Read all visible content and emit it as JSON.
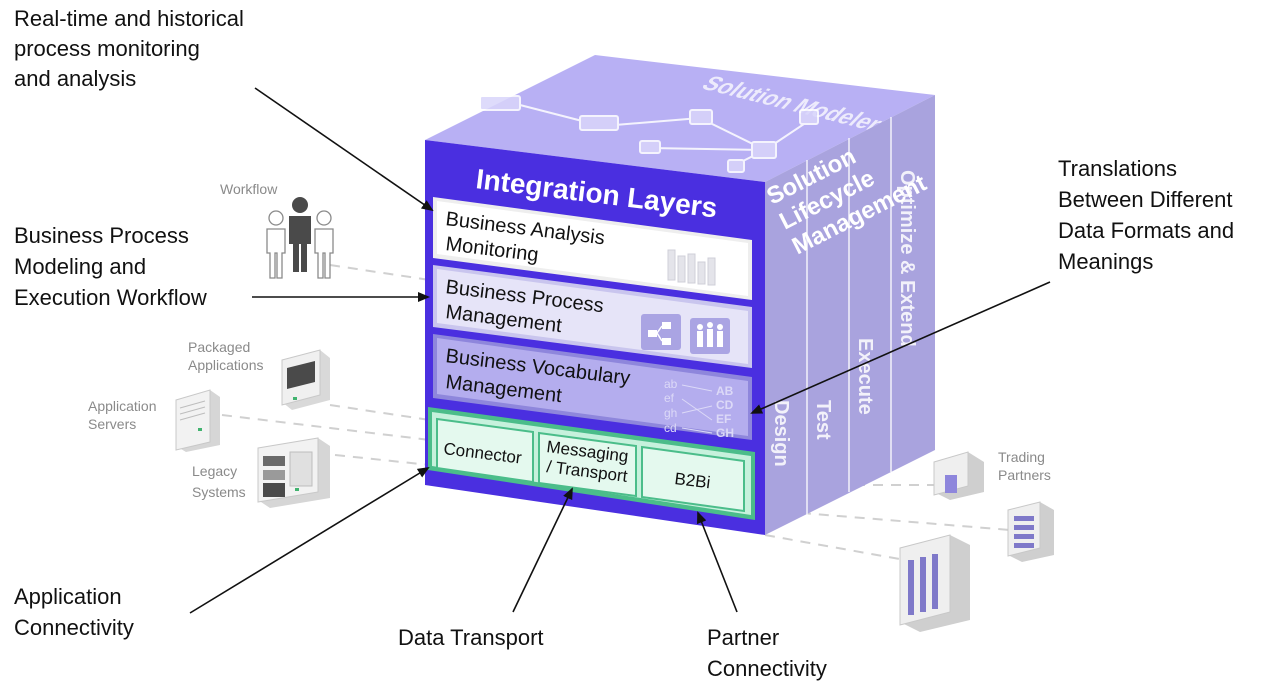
{
  "callouts": {
    "realtime": [
      "Real-time and historical",
      "process monitoring",
      "and analysis"
    ],
    "bpm": [
      "Business Process",
      "Modeling and",
      "Execution Workflow"
    ],
    "translations": [
      "Translations",
      "Between Different",
      "Data Formats and",
      "Meanings"
    ],
    "app_connectivity": [
      "Application",
      "Connectivity"
    ],
    "data_transport": "Data Transport",
    "partner_connectivity": [
      "Partner",
      "Connectivity"
    ]
  },
  "sources": {
    "workflow": "Workflow",
    "packaged": [
      "Packaged",
      "Applications"
    ],
    "app_servers": [
      "Application",
      "Servers"
    ],
    "legacy": [
      "Legacy",
      "Systems"
    ],
    "trading": [
      "Trading",
      "Partners"
    ]
  },
  "cube": {
    "top_label": "Solution Modeler",
    "front_title": "Integration Layers",
    "layers": {
      "bam": [
        "Business Analysis",
        "Monitoring"
      ],
      "bpm": [
        "Business Process",
        "Management"
      ],
      "bvm": [
        "Business Vocabulary",
        "Management"
      ]
    },
    "transform_glyphs": {
      "left": [
        "ab",
        "ef",
        "gh",
        "cd"
      ],
      "right": [
        "AB",
        "CD",
        "EF",
        "GH"
      ]
    },
    "bottom_boxes": {
      "connector": "Connector",
      "messaging": [
        "Messaging",
        "/ Transport"
      ],
      "b2bi": "B2Bi"
    },
    "side_title": [
      "Solution",
      "Lifecycle",
      "Management"
    ],
    "side_columns": [
      "Design",
      "Test",
      "Execute",
      "Optimize & Extend"
    ]
  },
  "colors": {
    "front": "#4a2fe0",
    "top": "#b8b0f4",
    "side": "#a9a3de",
    "bottom_green": "#c6f1dc",
    "callout_line": "#111111",
    "dashed": "#d0d0d0"
  }
}
